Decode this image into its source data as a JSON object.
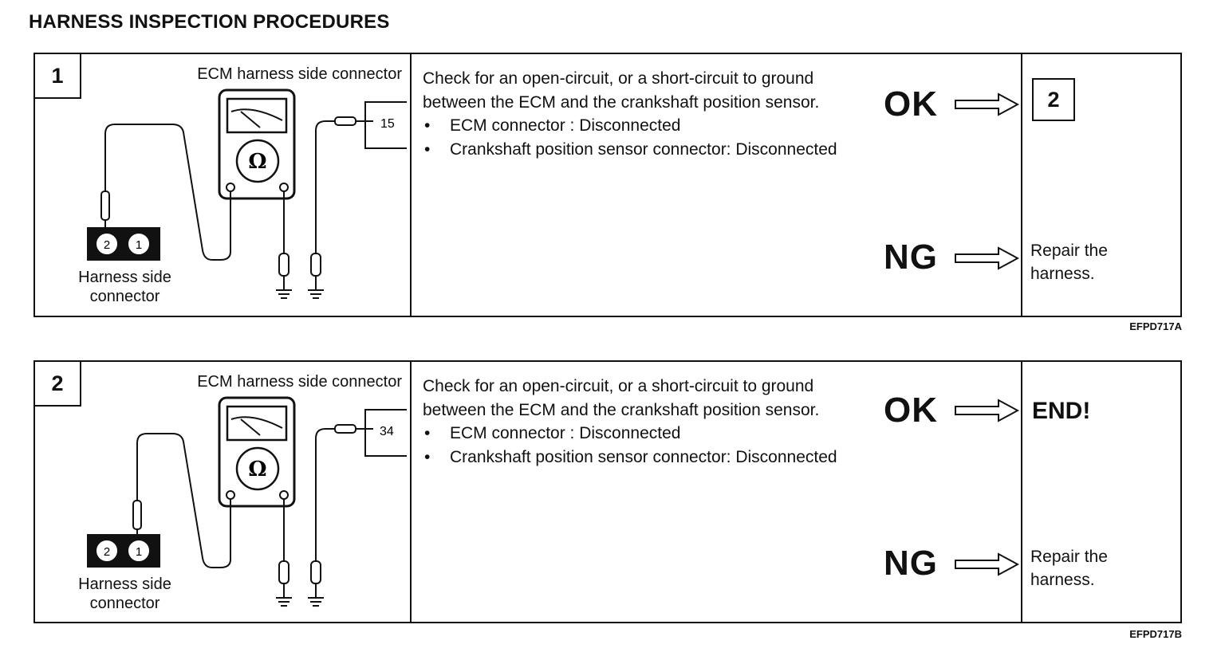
{
  "page": {
    "title": "HARNESS INSPECTION PROCEDURES"
  },
  "procedures": [
    {
      "step": "1",
      "diagram": {
        "ecm_connector_label": "ECM harness side connector",
        "ecm_terminal": "15",
        "ohm_symbol": "Ω",
        "pin_left": "2",
        "pin_right": "1",
        "harness_label_line1": "Harness side",
        "harness_label_line2": "connector"
      },
      "check_text": "Check for an open-circuit, or a short-circuit to ground between the ECM and the crankshaft position sensor.",
      "bullets": [
        "ECM connector : Disconnected",
        "Crankshaft position sensor connector: Disconnected"
      ],
      "ok_label": "OK",
      "ok_result": "2",
      "ng_label": "NG",
      "ng_result": "Repair the harness.",
      "figure_code": "EFPD717A"
    },
    {
      "step": "2",
      "diagram": {
        "ecm_connector_label": "ECM harness side connector",
        "ecm_terminal": "34",
        "ohm_symbol": "Ω",
        "pin_left": "2",
        "pin_right": "1",
        "harness_label_line1": "Harness side",
        "harness_label_line2": "connector"
      },
      "check_text": "Check for an open-circuit, or a short-circuit to ground between the ECM and the crankshaft position sensor.",
      "bullets": [
        "ECM connector : Disconnected",
        "Crankshaft position sensor connector: Disconnected"
      ],
      "ok_label": "OK",
      "ok_result": "END!",
      "ng_label": "NG",
      "ng_result": "Repair the harness.",
      "figure_code": "EFPD717B"
    }
  ]
}
